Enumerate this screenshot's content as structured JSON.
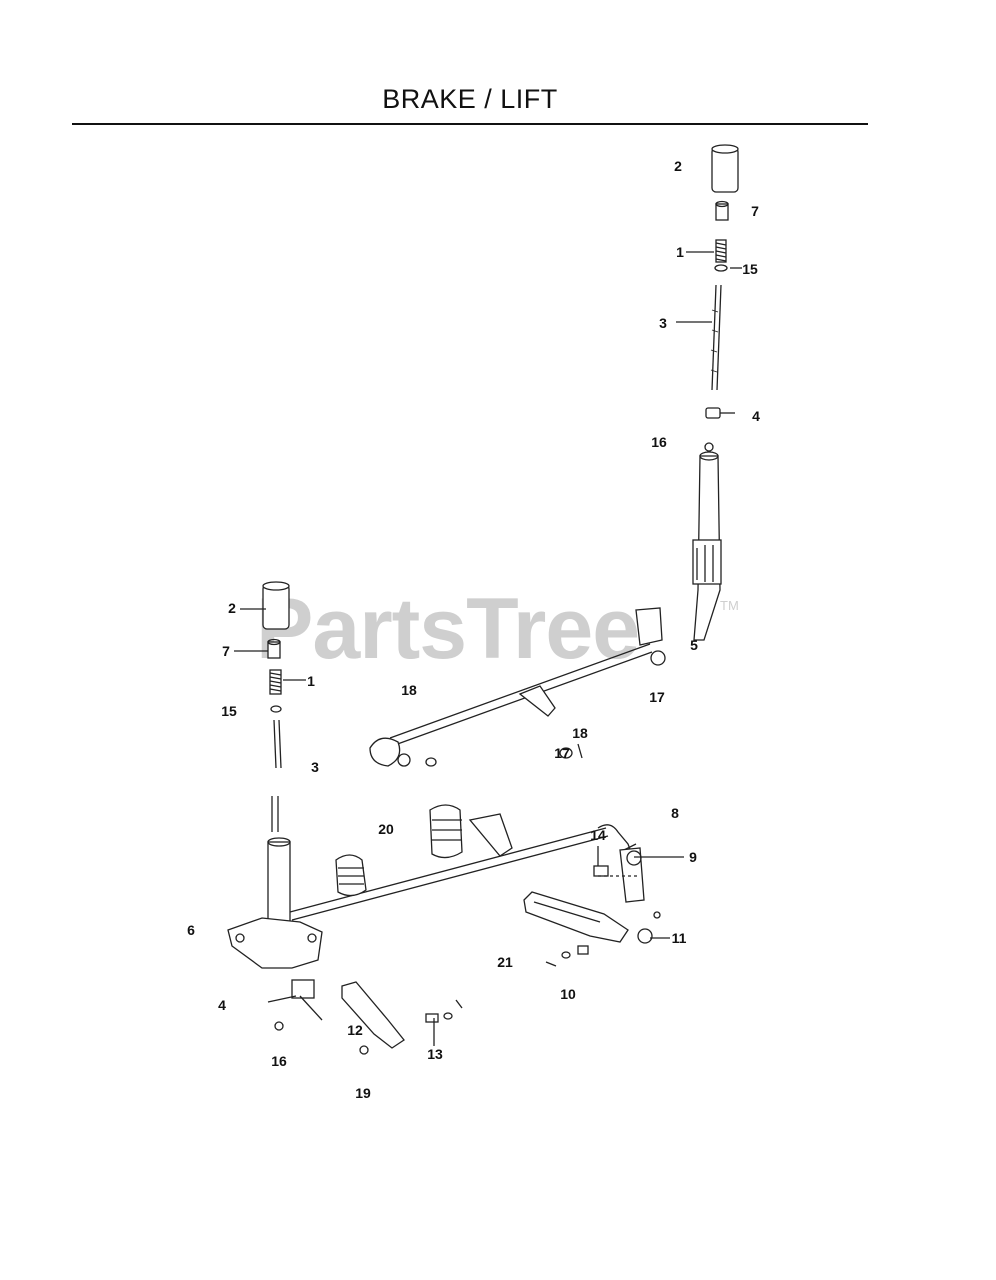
{
  "title": "BRAKE / LIFT",
  "watermark": {
    "text": "PartsTree",
    "trademark": "TM"
  },
  "callouts": {
    "c2_top": "2",
    "c7_top": "7",
    "c1_top": "1",
    "c15_top": "15",
    "c3_top": "3",
    "c4_top": "4",
    "c16_top": "16",
    "c5": "5",
    "c17_top": "17",
    "c18_top": "18",
    "c2_left": "2",
    "c7_left": "7",
    "c1_left": "1",
    "c15_left": "15",
    "c3_left": "3",
    "c17_mid": "17",
    "c18_mid": "18",
    "c20": "20",
    "c8": "8",
    "c14": "14",
    "c9": "9",
    "c6": "6",
    "c11": "11",
    "c21": "21",
    "c10": "10",
    "c4_bottom": "4",
    "c12": "12",
    "c13": "13",
    "c16_bottom": "16",
    "c19": "19"
  },
  "colors": {
    "line": "#222222",
    "watermark": "#cfcfcf"
  }
}
